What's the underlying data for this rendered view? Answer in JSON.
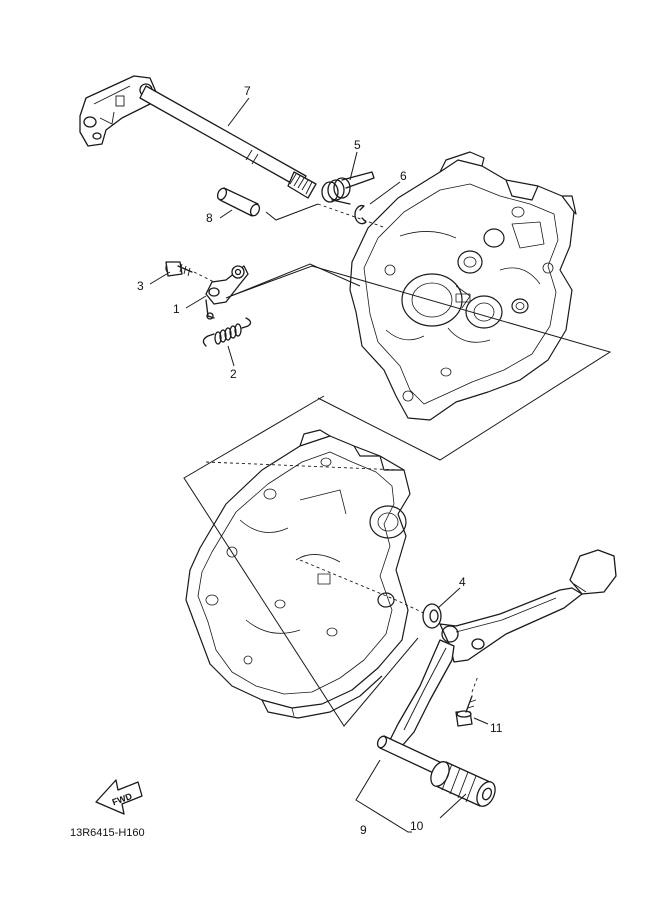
{
  "diagram": {
    "callouts": [
      {
        "label": "1",
        "part": "shift-lever-stopper"
      },
      {
        "label": "2",
        "part": "tension-spring"
      },
      {
        "label": "3",
        "part": "bolt"
      },
      {
        "label": "4",
        "part": "oil-seal"
      },
      {
        "label": "5",
        "part": "torsion-spring"
      },
      {
        "label": "6",
        "part": "circlip"
      },
      {
        "label": "7",
        "part": "shift-shaft"
      },
      {
        "label": "8",
        "part": "collar"
      },
      {
        "label": "9",
        "part": "shift-pedal-assembly"
      },
      {
        "label": "10",
        "part": "pedal-rubber"
      },
      {
        "label": "11",
        "part": "pedal-bolt"
      }
    ],
    "fwd_label": "FWD",
    "drawing_code": "13R6415-H160"
  }
}
